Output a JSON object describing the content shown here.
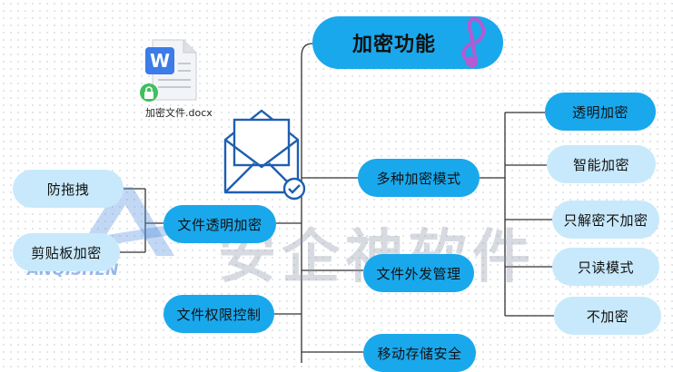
{
  "root": {
    "label": "加密功能"
  },
  "file": {
    "caption": "加密文件.docx",
    "letter": "W"
  },
  "branches": {
    "multi_mode": "多种加密模式",
    "transparent": "文件透明加密",
    "outgoing": "文件外发管理",
    "permission": "文件权限控制",
    "mobile": "移动存储安全"
  },
  "modes": [
    "透明加密",
    "智能加密",
    "只解密不加密",
    "只读模式",
    "不加密"
  ],
  "transparent_children": [
    "防拖拽",
    "剪贴板加密"
  ],
  "watermark": {
    "text": "安企神软件",
    "brand": "ANQISHEN"
  },
  "colors": {
    "node": "#1aa8ec",
    "node_light": "#c8e9fb",
    "line": "#333333",
    "envelope": "#1f5fb0"
  }
}
